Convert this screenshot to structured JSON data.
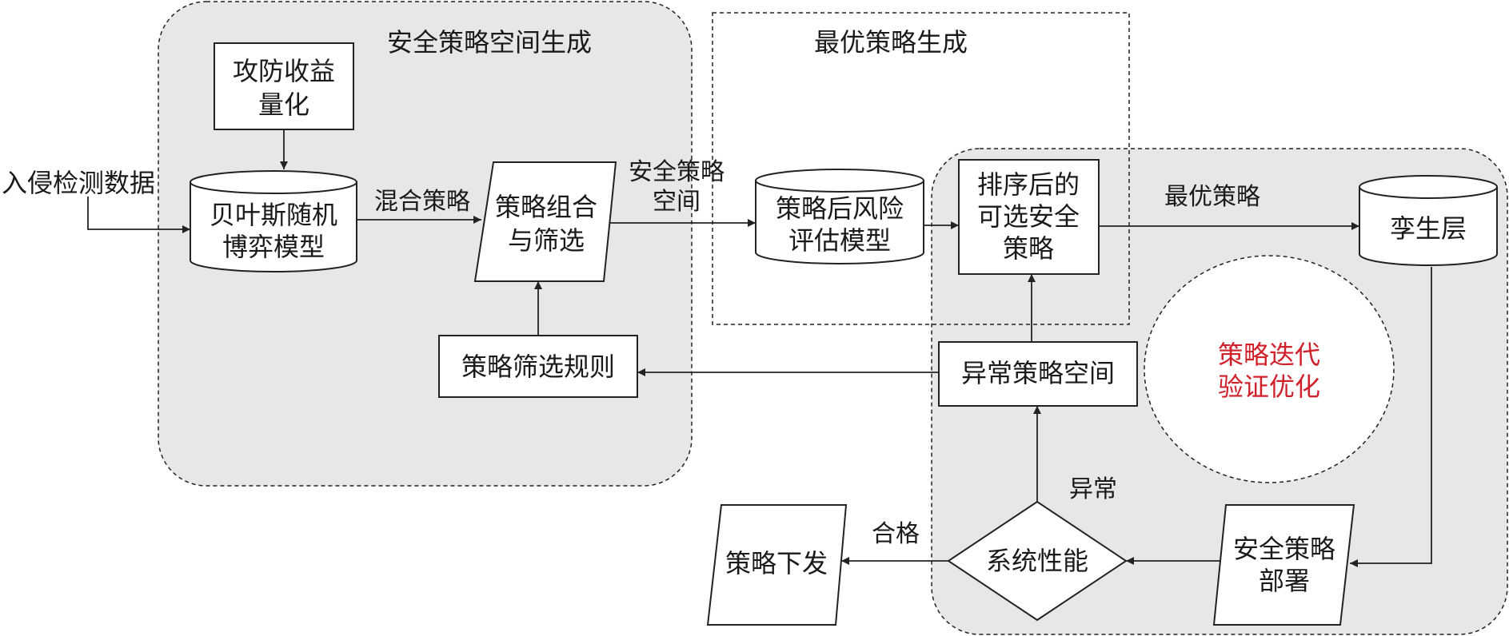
{
  "regions": {
    "space_generation": "安全策略空间生成",
    "optimal_generation": "最优策略生成",
    "iteration_line1": "策略迭代",
    "iteration_line2": "验证优化"
  },
  "nodes": {
    "attack_defense": [
      "攻防收益",
      "量化"
    ],
    "intrusion_data": "入侵检测数据",
    "bayes_model": [
      "贝叶斯随机",
      "博弈模型"
    ],
    "combine_filter": [
      "策略组合",
      "与筛选"
    ],
    "filter_rules": "策略筛选规则",
    "risk_model": [
      "策略后风险",
      "评估模型"
    ],
    "sorted_strategies": [
      "排序后的",
      "可选安全",
      "策略"
    ],
    "twin_layer": "孪生层",
    "abnormal_space": "异常策略空间",
    "deploy": [
      "安全策略",
      "部署"
    ],
    "system_perf": "系统性能",
    "issue": "策略下发"
  },
  "edges": {
    "mixed": "混合策略",
    "space": [
      "安全策略",
      "空间"
    ],
    "optimal": "最优策略",
    "abnormal": "异常",
    "qualified": "合格"
  },
  "colors": {
    "region_fill": "#e6e7e9",
    "accent": "#d0202a",
    "stroke": "#222222"
  }
}
